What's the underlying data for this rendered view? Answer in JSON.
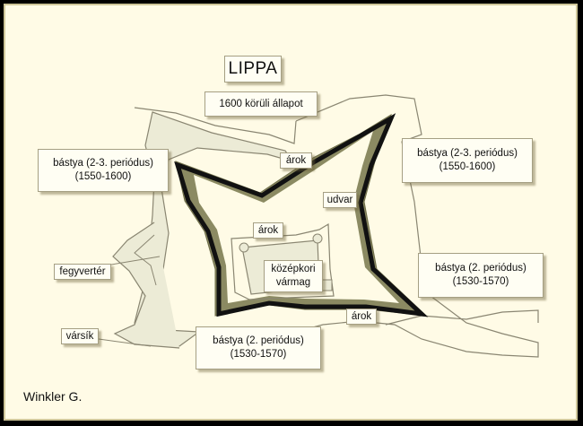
{
  "title": "LIPPA",
  "subtitle": "1600 körüli állapot",
  "labels": {
    "bastion_nw": [
      "bástya (2-3. periódus)",
      "(1550-1600)"
    ],
    "bastion_ne": [
      "bástya (2-3. periódus)",
      "(1550-1600)"
    ],
    "bastion_e": [
      "bástya (2. periódus)",
      "(1530-1570)"
    ],
    "bastion_s": [
      "bástya (2. periódus)",
      "(1530-1570)"
    ],
    "arok_n": "árok",
    "arok_inner": "árok",
    "arok_s": "árok",
    "udvar": "udvar",
    "kozepkori": [
      "középkori",
      "vármag"
    ],
    "fegyverter": "fegyvertér",
    "varsik": "vársík"
  },
  "author": "Winkler  G.",
  "colors": {
    "paper": "#fffbe6",
    "frame": "#000000",
    "outline": "#8a8672",
    "glacis": "#ecebd6",
    "moat": "#8b8a62",
    "wall": "#111111",
    "label_bg": "#fffef3"
  }
}
